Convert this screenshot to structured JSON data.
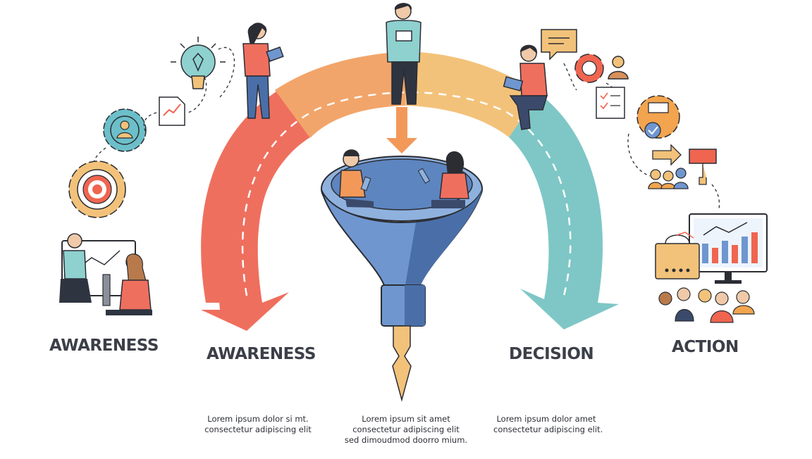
{
  "stages": [
    {
      "label": "AWARENESS"
    },
    {
      "label": "AWARENESS"
    },
    {
      "label": "DECISION"
    },
    {
      "label": "ACTION"
    }
  ],
  "descriptions": [
    {
      "lines": [
        "Lorem ipsum dolor si mt.",
        "consectetur adipiscing elit"
      ]
    },
    {
      "lines": [
        "Lorem ipsum sit amet",
        "consectetur adipiscing elit",
        "sed dimoudmod doorro mium."
      ]
    },
    {
      "lines": [
        "Lorem ipsum dolor amet",
        "consectetur adipiscing elit."
      ]
    }
  ],
  "colors": {
    "awareness_arrow": "#ef6f5e",
    "interest_arrow": "#f2a56a",
    "consideration_arrow": "#f3c27a",
    "decision_arrow": "#7ec7c6",
    "funnel": "#6f96cf",
    "funnel_dark": "#4a6fa8",
    "funnel_spout": "#f2c27a",
    "outline": "#2b2d33",
    "accent_orange": "#f2a44e",
    "accent_teal": "#6cbfc9",
    "accent_red": "#ef6550"
  },
  "icons": [
    "lightbulb-icon",
    "growth-report-icon",
    "user-gear-icon",
    "target-gear-icon",
    "whiteboard-team-icon",
    "chat-bubble-icon",
    "puzzle-icon",
    "user-icon",
    "checklist-document-icon",
    "checkmark-gear-icon",
    "right-arrow-icon",
    "group-icon",
    "paint-roller-icon",
    "analytics-monitor-icon",
    "shopping-basket-icon",
    "crowd-icon"
  ]
}
